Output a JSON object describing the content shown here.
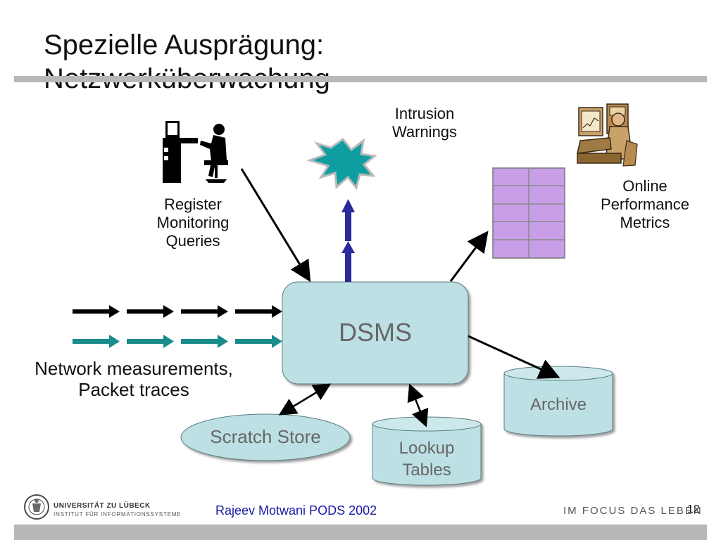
{
  "slide": {
    "title_line1": "Spezielle Ausprägung:",
    "title_line2": "Netzwerküberwachung",
    "page_number": "12",
    "footer_citation": "Rajeev Motwani PODS 2002",
    "footer_slogan": "IM FOCUS DAS LEBEN",
    "university_line1": "UNIVERSITÄT ZU LÜBECK",
    "university_line2": "INSTITUT FÜR INFORMATIONSSYSTEME"
  },
  "diagram": {
    "center_label": "DSMS",
    "inputs_label_line1": "Network measurements,",
    "inputs_label_line2": "Packet traces",
    "queries_label_line1": "Register",
    "queries_label_line2": "Monitoring",
    "queries_label_line3": "Queries",
    "warnings_label_line1": "Intrusion",
    "warnings_label_line2": "Warnings",
    "metrics_label_line1": "Online",
    "metrics_label_line2": "Performance",
    "metrics_label_line3": "Metrics",
    "scratch_label": "Scratch Store",
    "lookup_label_line1": "Lookup",
    "lookup_label_line2": "Tables",
    "archive_label": "Archive"
  },
  "colors": {
    "node_fill": "#bde0e4",
    "arrow_dark": "#1f1f8f",
    "arrow_teal": "#1a8c8c",
    "table_fill": "#c89ee8",
    "burst_fill": "#0e9ea0"
  }
}
